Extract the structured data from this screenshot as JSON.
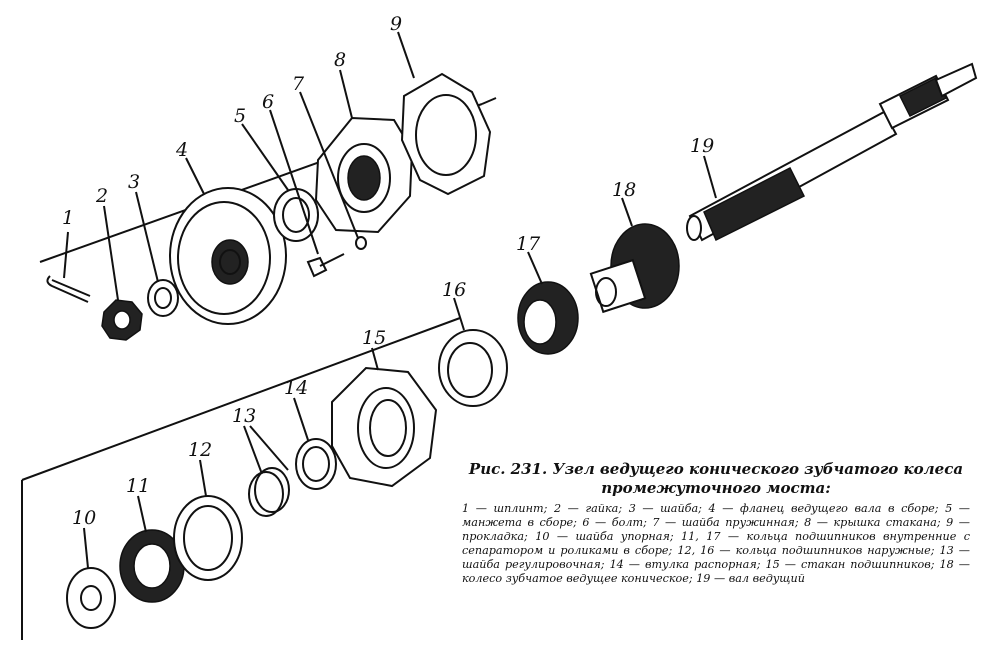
{
  "labels": {
    "p1": "1",
    "p2": "2",
    "p3": "3",
    "p4": "4",
    "p5": "5",
    "p6": "6",
    "p7": "7",
    "p8": "8",
    "p9": "9",
    "p10": "10",
    "p11": "11",
    "p12": "12",
    "p13": "13",
    "p14": "14",
    "p15": "15",
    "p16": "16",
    "p17": "17",
    "p18": "18",
    "p19": "19"
  },
  "caption": {
    "title": "Рис. 231. Узел ведущего конического зубчатого колеса промежуточного моста:",
    "legend": "1 — шплинт; 2 — гайка; 3 — шайба; 4 — фланец ведущего вала в сборе; 5 — манжета в сборе; 6 — болт; 7 — шайба пружинная; 8 — крышка стакана; 9 — прокладка; 10 — шайба упорная; 11, 17 — кольца подшипников внутренние с сепаратором и роликами в сборе; 12, 16 — кольца подшипников наружные; 13 — шайба регулировочная; 14 — втулка распорная; 15 — стакан подшипников; 18 — колесо зубчатое ведущее коническое; 19 — вал ведущий"
  }
}
